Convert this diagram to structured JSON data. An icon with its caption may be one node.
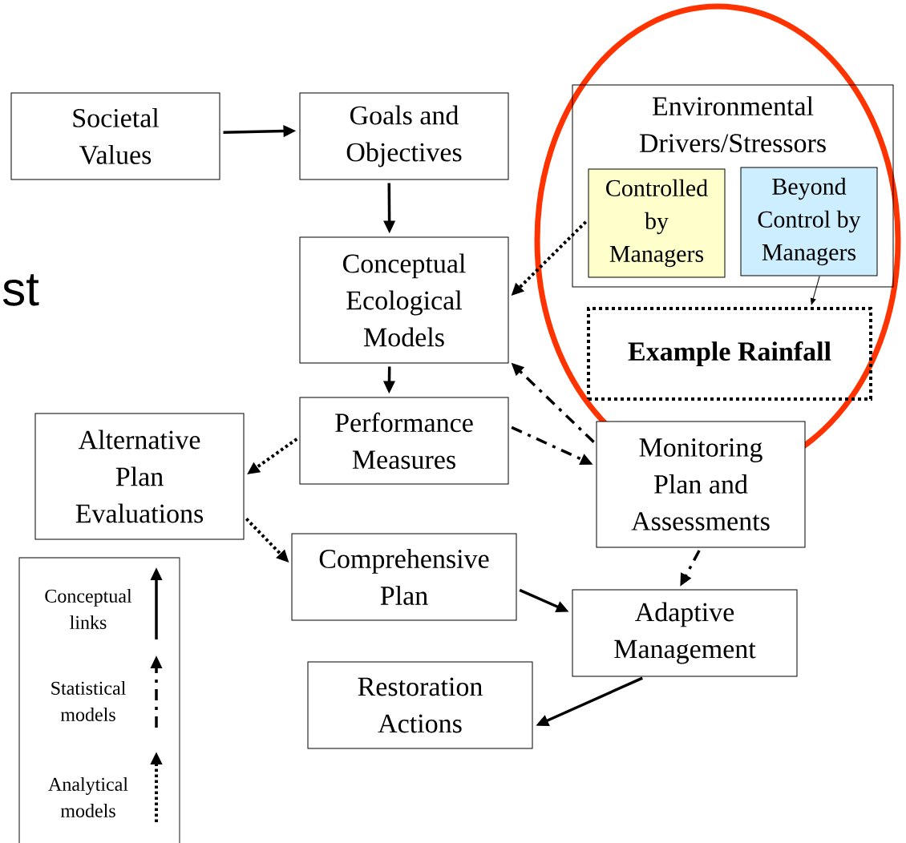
{
  "diagram": {
    "nodes": [
      {
        "text": [
          "Societal Values"
        ]
      },
      {
        "text": [
          "Goals and Objectives"
        ]
      },
      {
        "text": [
          "Environmental Drivers/Stressors"
        ]
      },
      {
        "text": [
          "Controlled by Managers"
        ],
        "in": 2
      },
      {
        "text": [
          "Beyond Control by Managers"
        ],
        "in": 2
      },
      {
        "text": [
          "Conceptual Ecological Models"
        ]
      },
      {
        "text": [
          "Example Rainfall"
        ]
      },
      {
        "text": [
          "Performance Measures"
        ]
      },
      {
        "text": [
          "Alternative Plan Evaluations"
        ]
      },
      {
        "text": [
          "Monitoring Plan and Assessments"
        ]
      },
      {
        "text": [
          "Comprehensive Plan"
        ]
      },
      {
        "text": [
          "Adaptive Management"
        ]
      },
      {
        "text": [
          "Restoration Actions"
        ]
      }
    ],
    "edges": [
      {
        "from": 0,
        "to": 1,
        "arrow": "to"
      },
      {
        "from": 1,
        "to": 5,
        "arrow": "to"
      },
      {
        "from": 3,
        "to": 5,
        "arrow": "to",
        "style": "dashed"
      },
      {
        "from": 4,
        "to": 6,
        "arrow": "to"
      },
      {
        "from": 5,
        "to": 7,
        "arrow": "to"
      },
      {
        "from": 7,
        "to": 8,
        "arrow": "to",
        "style": "dashed"
      },
      {
        "from": 7,
        "to": 9,
        "arrow": "to",
        "style": "dashed"
      },
      {
        "from": 9,
        "to": 5,
        "arrow": "to",
        "style": "dashed"
      },
      {
        "from": 8,
        "to": 10,
        "arrow": "to",
        "style": "dashed"
      },
      {
        "from": 10,
        "to": 11,
        "arrow": "to"
      },
      {
        "from": 9,
        "to": 11,
        "arrow": "to",
        "style": "dashed"
      },
      {
        "from": 11,
        "to": 12,
        "arrow": "to"
      }
    ],
    "labels": [
      "st"
    ],
    "legend": [
      {
        "text": "Conceptual links"
      },
      {
        "text": "Statistical models"
      },
      {
        "text": "Analytical models"
      }
    ]
  }
}
